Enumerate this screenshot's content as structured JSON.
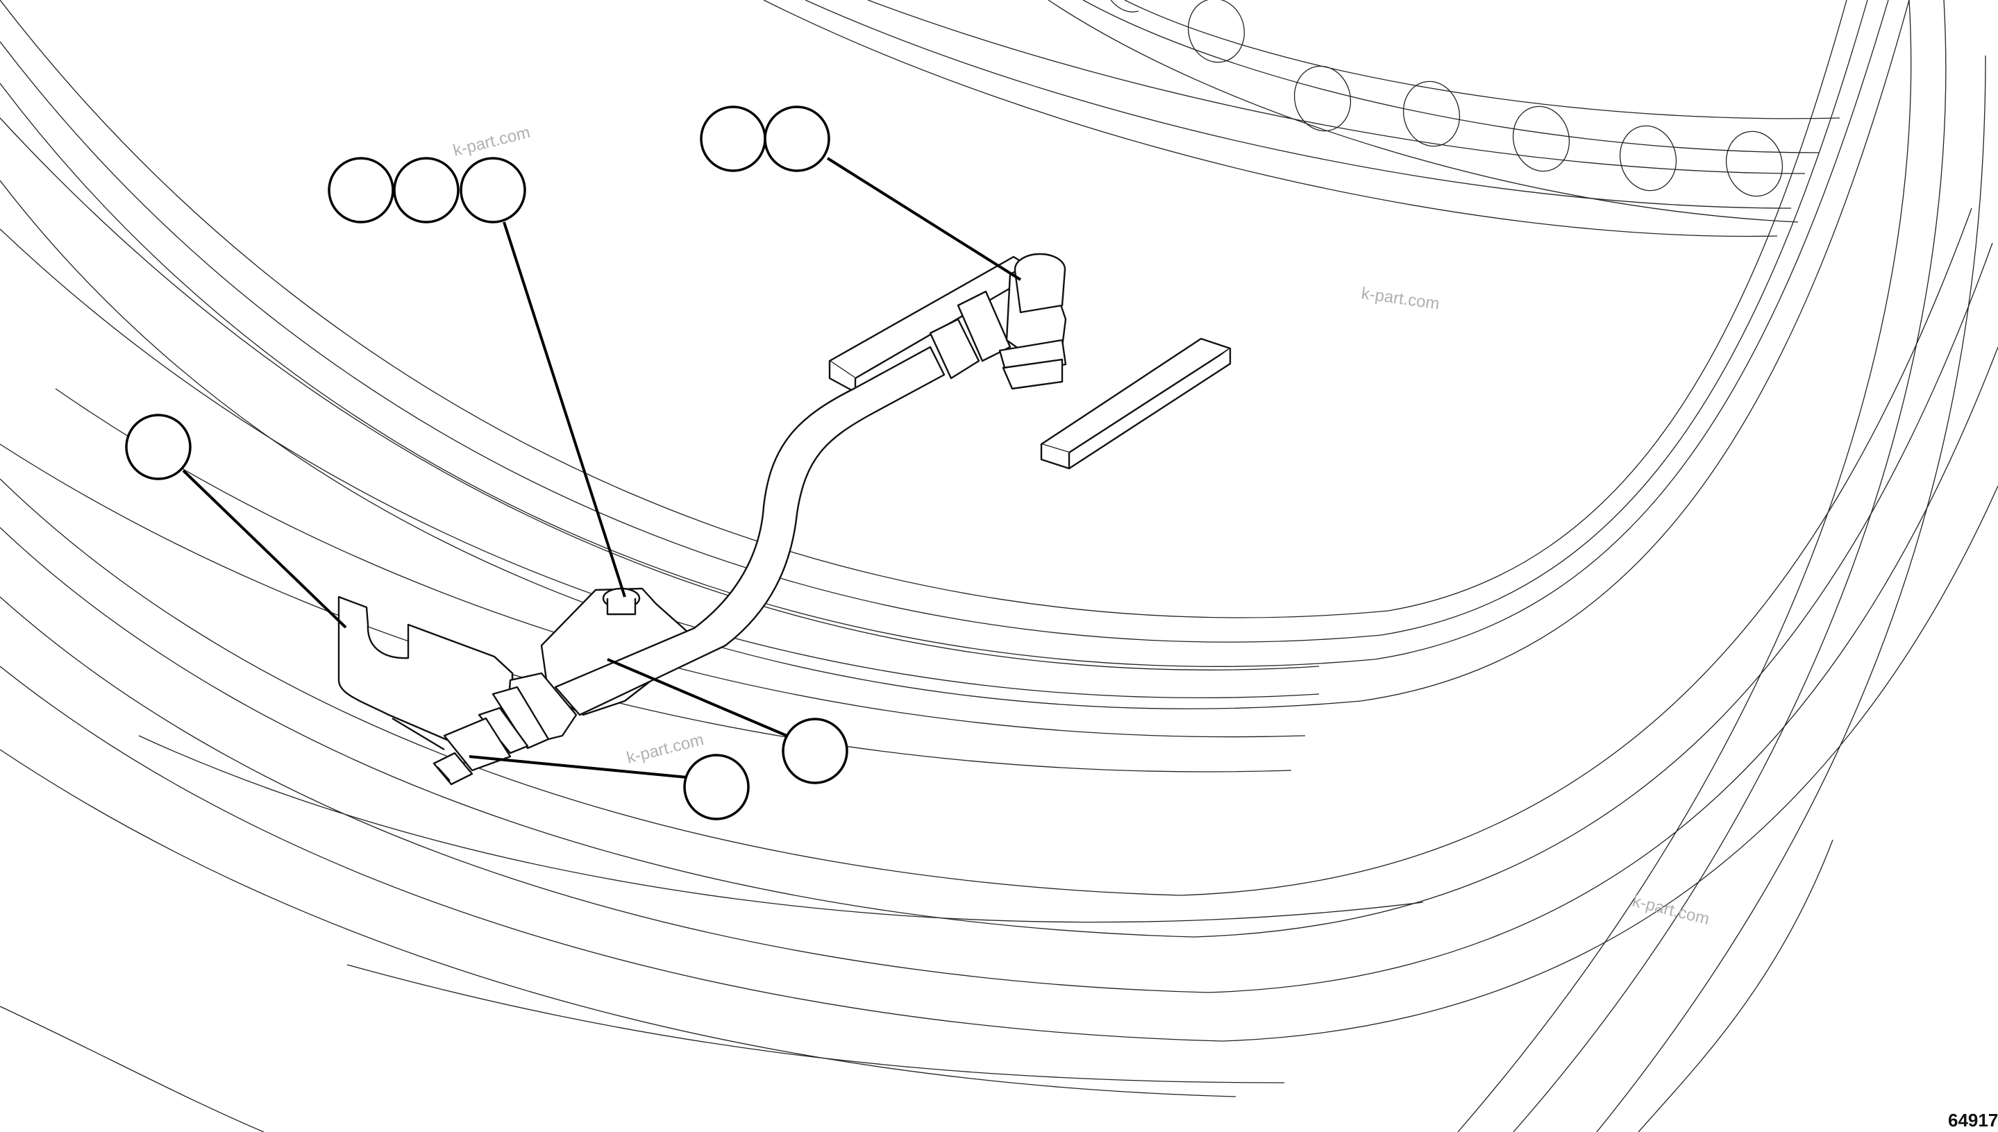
{
  "figure": {
    "number": "64917"
  },
  "watermarks": [
    "k-part.com",
    "k-part.com",
    "k-part.com",
    "k-part.com"
  ],
  "callouts": [
    {
      "group": "upper-right-pair",
      "count": 2
    },
    {
      "group": "upper-left-triple",
      "count": 3
    },
    {
      "group": "left-single",
      "count": 1
    },
    {
      "group": "right-single",
      "count": 1
    },
    {
      "group": "bottom-single",
      "count": 1
    }
  ]
}
